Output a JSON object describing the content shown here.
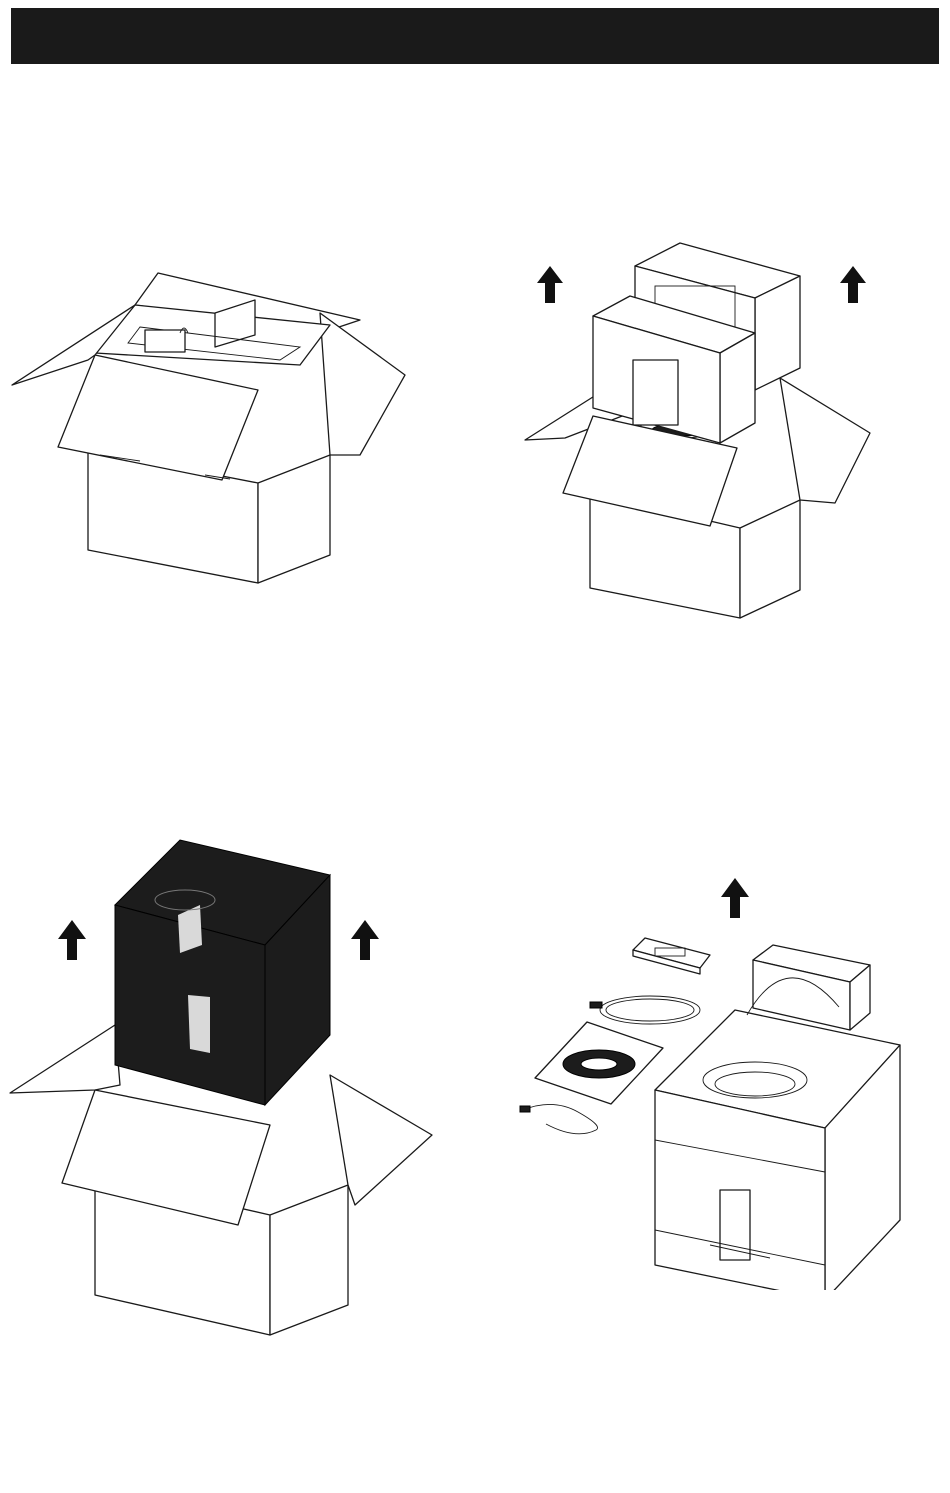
{
  "header": {
    "bar_color": "#1a1a1a"
  },
  "steps": [
    {
      "id": "open-box"
    },
    {
      "id": "remove-foam-inserts"
    },
    {
      "id": "lift-printer-out"
    },
    {
      "id": "remove-accessories"
    }
  ],
  "accessories": [
    "tool-tray",
    "power-cable",
    "filament-spool",
    "usb-cable",
    "accessory-box"
  ],
  "icons": {
    "arrow": "arrow-up-icon"
  }
}
